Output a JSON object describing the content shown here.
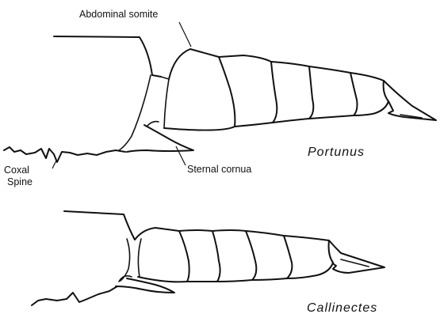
{
  "labels": {
    "abdominal_somite": "Abdominal somite",
    "coxal_line1": "Coxal",
    "coxal_line2": "Spine",
    "sternal_cornua": "Sternal cornua"
  },
  "genera": {
    "top": "Portunus",
    "bottom": "Callinectes"
  }
}
